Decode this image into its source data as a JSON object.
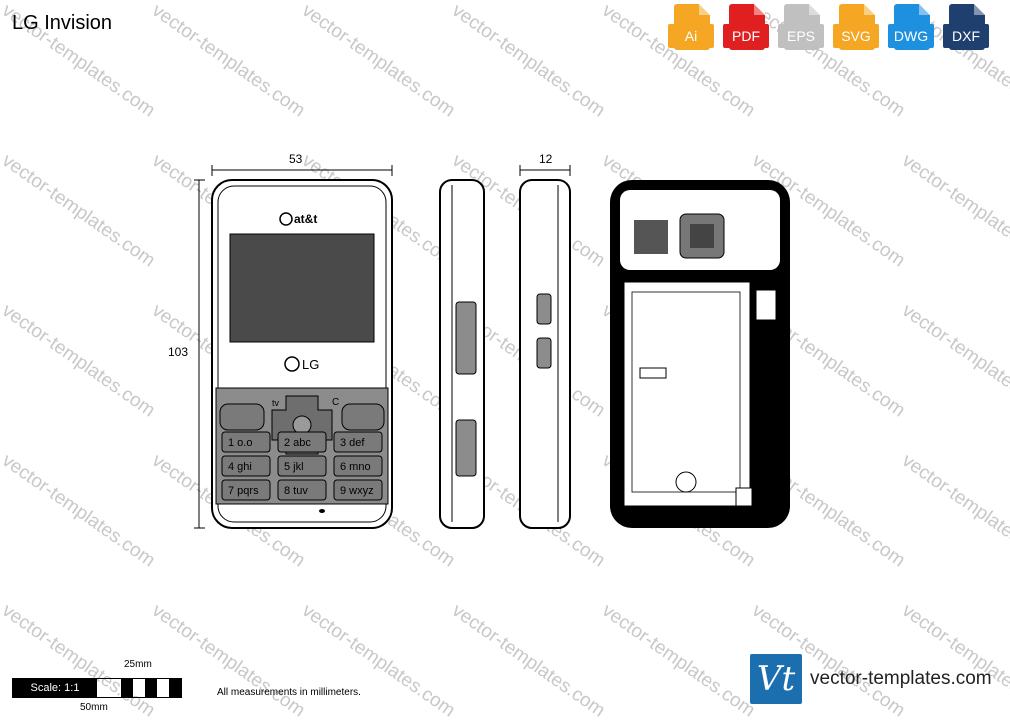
{
  "title": "LG Invision",
  "formats": [
    {
      "label": "Ai",
      "color": "#f5a623",
      "icon": "ai-file-icon"
    },
    {
      "label": "PDF",
      "color": "#e02020",
      "icon": "pdf-file-icon"
    },
    {
      "label": "EPS",
      "color": "#c0c0c0",
      "icon": "eps-file-icon"
    },
    {
      "label": "SVG",
      "color": "#f5a623",
      "icon": "svg-file-icon"
    },
    {
      "label": "DWG",
      "color": "#1e90e0",
      "icon": "dwg-file-icon"
    },
    {
      "label": "DXF",
      "color": "#1f3f6f",
      "icon": "dxf-file-icon"
    }
  ],
  "dimensions": {
    "width": "53",
    "depth": "12",
    "height": "103"
  },
  "phone": {
    "carrier": "at&t",
    "brand": "LG",
    "keys": [
      {
        "num": "1",
        "sub": "o.o"
      },
      {
        "num": "2",
        "sub": "abc"
      },
      {
        "num": "3",
        "sub": "def"
      },
      {
        "num": "4",
        "sub": "ghi"
      },
      {
        "num": "5",
        "sub": "jkl"
      },
      {
        "num": "6",
        "sub": "mno"
      },
      {
        "num": "7",
        "sub": "pqrs"
      },
      {
        "num": "8",
        "sub": "tuv"
      },
      {
        "num": "9",
        "sub": "wxyz"
      }
    ],
    "clear_key": "C",
    "tv_key": "tv"
  },
  "scale": {
    "label": "Scale: 1:1",
    "small": "25mm",
    "large": "50mm"
  },
  "note": "All measurements in millimeters.",
  "branding": {
    "logo": "Vt",
    "site": "vector-templates.com"
  },
  "watermark": "vector-templates.com"
}
